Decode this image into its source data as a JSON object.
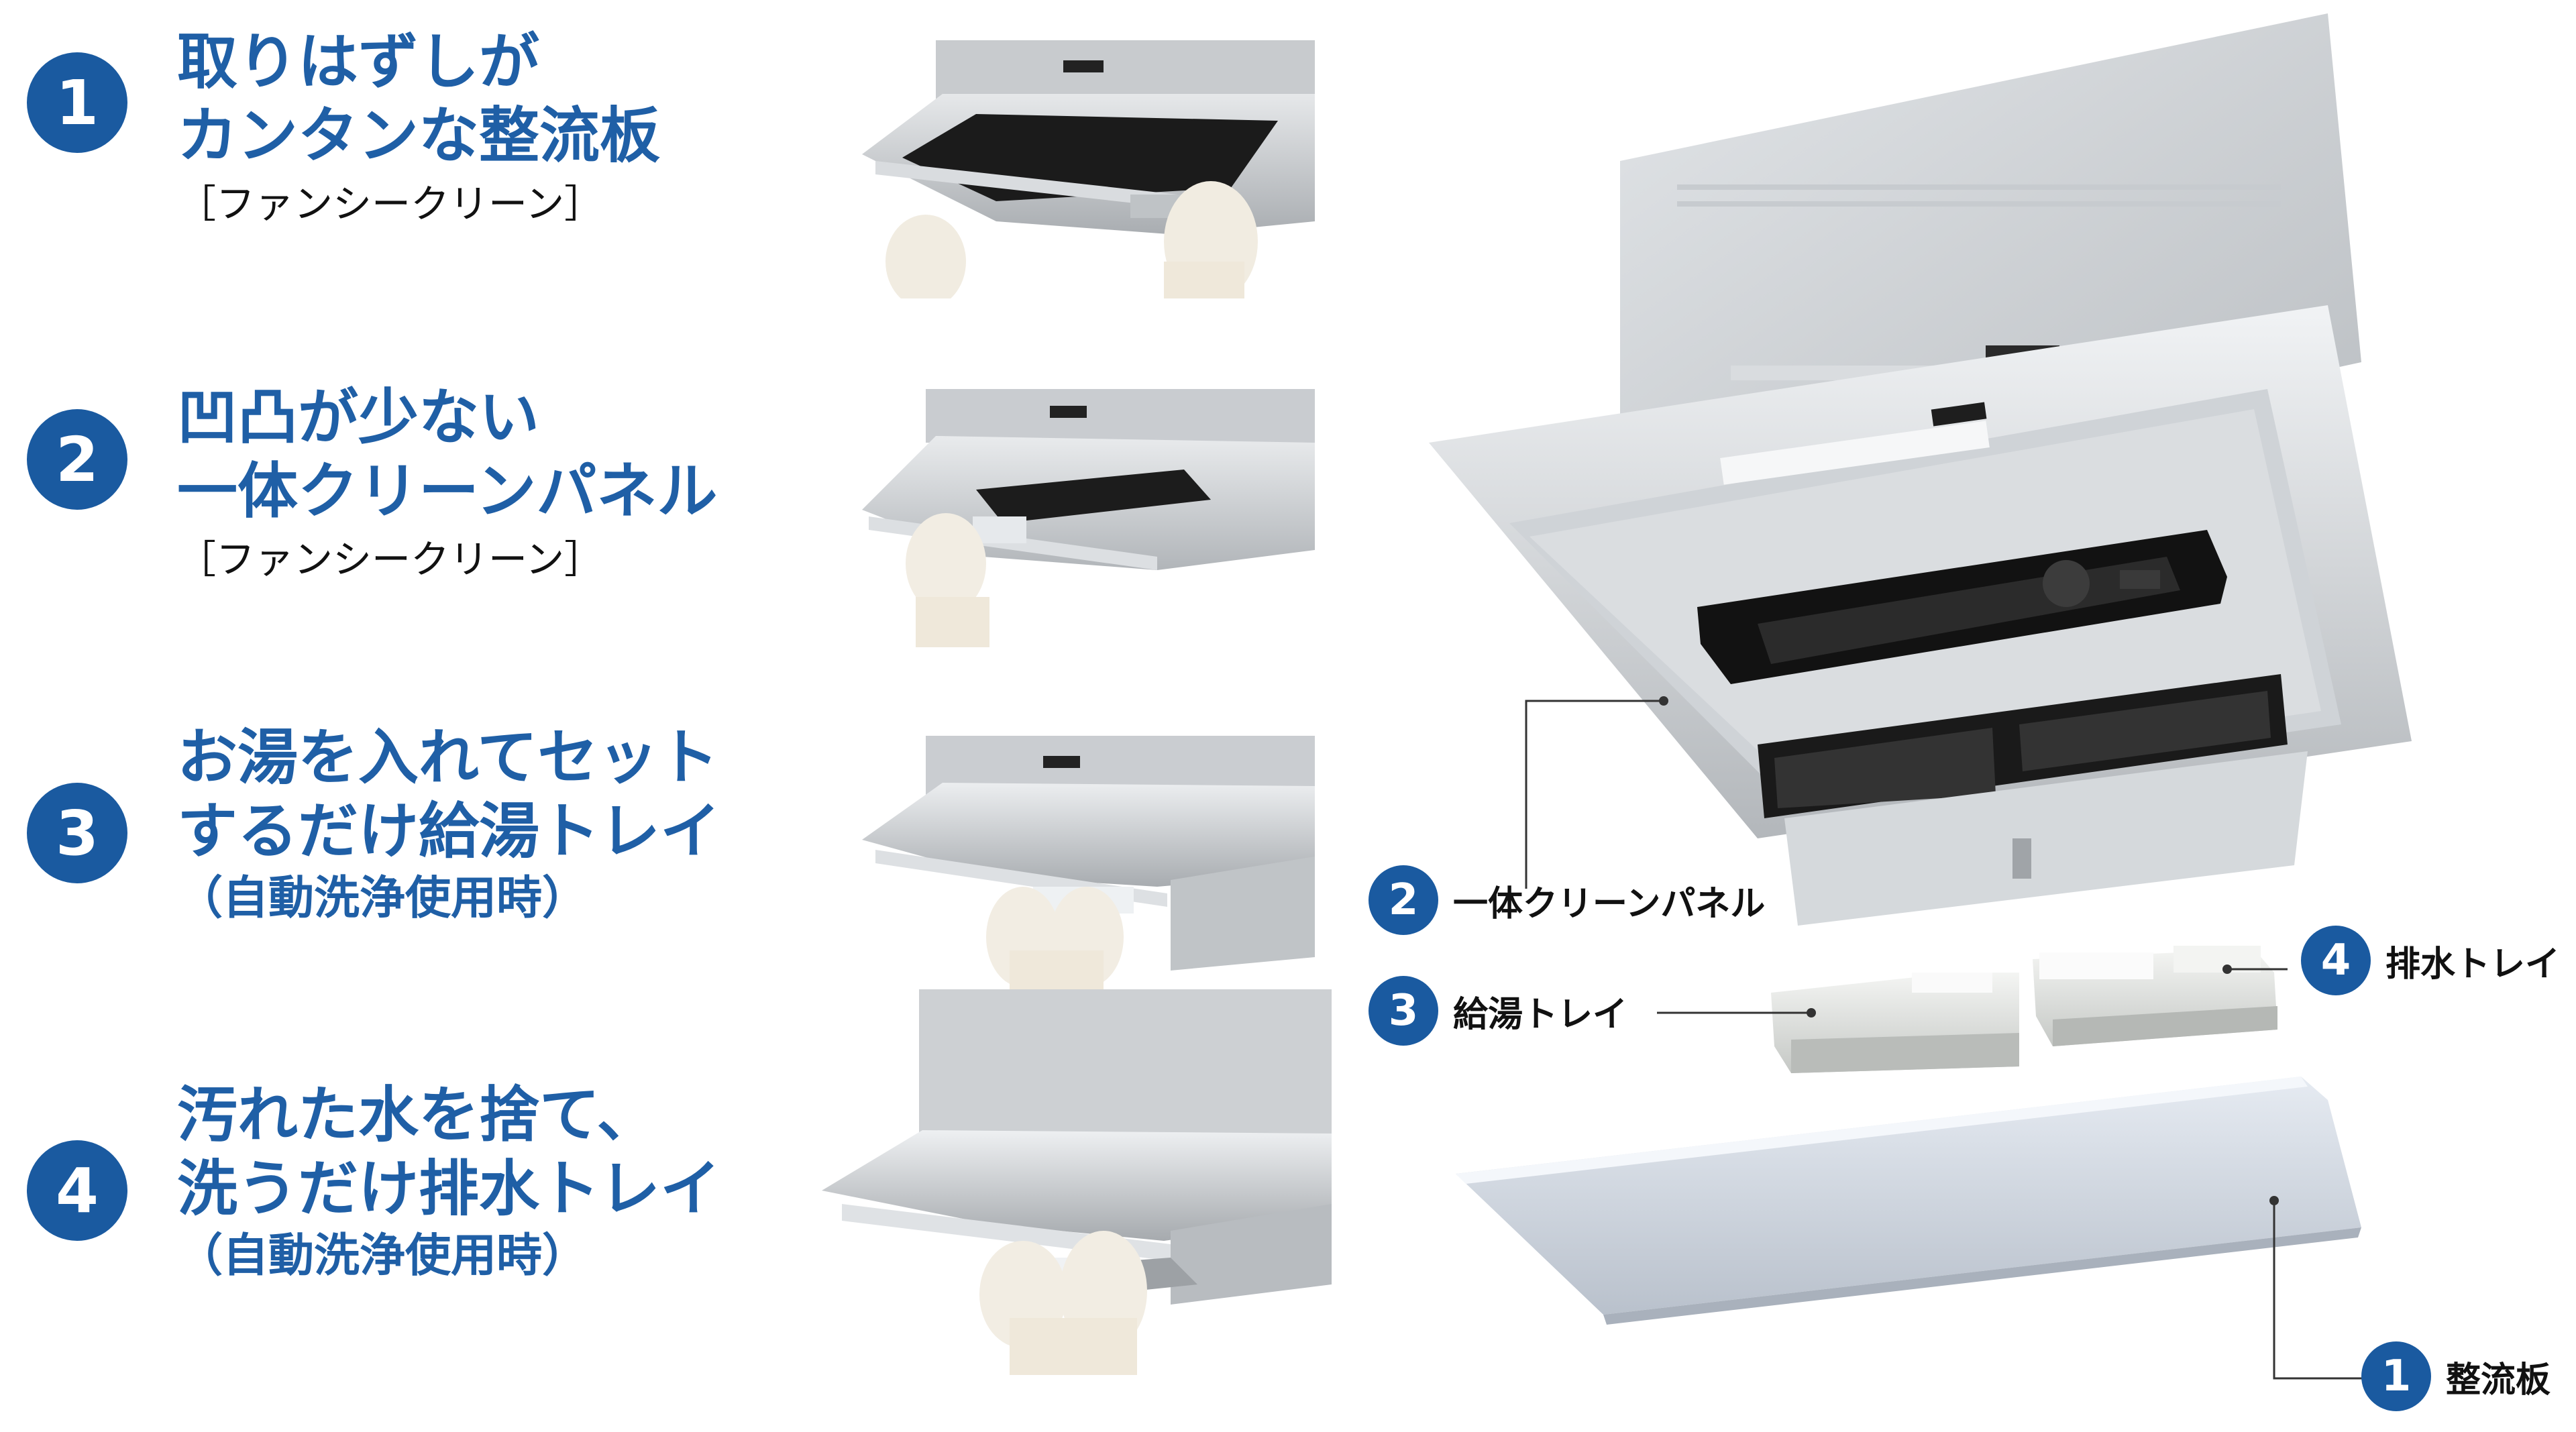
{
  "features": [
    {
      "number": "1",
      "lines": [
        "取りはずしが",
        "カンタンな整流板"
      ],
      "sub": "［ファンシークリーン］",
      "sub_style": "bracket"
    },
    {
      "number": "2",
      "lines": [
        "凹凸が少ない",
        "一体クリーンパネル"
      ],
      "sub": "［ファンシークリーン］",
      "sub_style": "bracket"
    },
    {
      "number": "3",
      "lines": [
        "お湯を入れてセット",
        "するだけ給湯トレイ"
      ],
      "sub": "（自動洗浄使用時）",
      "sub_style": "paren"
    },
    {
      "number": "4",
      "lines": [
        "汚れた水を捨て、",
        "洗うだけ排水トレイ"
      ],
      "sub": "（自動洗浄使用時）",
      "sub_style": "paren"
    }
  ],
  "callouts": {
    "panel": {
      "number": "2",
      "label": "一体クリーンパネル"
    },
    "supply": {
      "number": "3",
      "label": "給湯トレイ"
    },
    "drain": {
      "number": "4",
      "label": "排水トレイ"
    },
    "baffle": {
      "number": "1",
      "label": "整流板"
    }
  },
  "colors": {
    "accent": "#1a5aa0",
    "heading": "#1f5fa6"
  }
}
